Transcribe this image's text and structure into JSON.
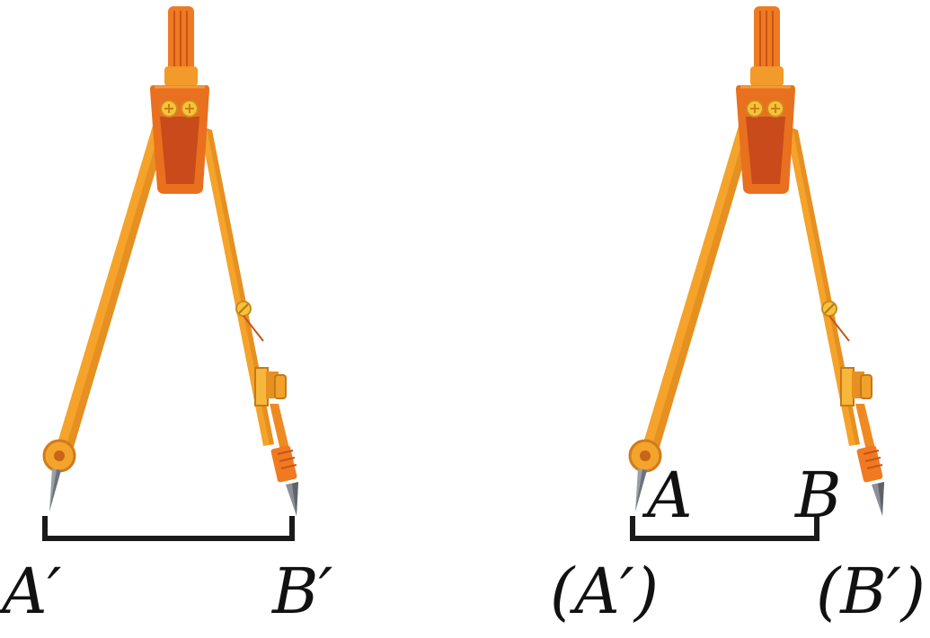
{
  "figure_left": {
    "label_a": "A′",
    "label_b": "B′"
  },
  "figure_right": {
    "label_a": "A",
    "label_b": "B",
    "label_a_prime": "(A′)",
    "label_b_prime": "(B′)"
  },
  "colors": {
    "leg": "#F5A32A",
    "leg_shadow": "#D9821A",
    "head": "#E8701E",
    "head_dark": "#C94A1A",
    "handle": "#EF7A22",
    "screw": "#F7C23A",
    "needle": "#8A8F96",
    "segment": "#1A1A1A"
  },
  "icons": [
    "compass-icon"
  ]
}
